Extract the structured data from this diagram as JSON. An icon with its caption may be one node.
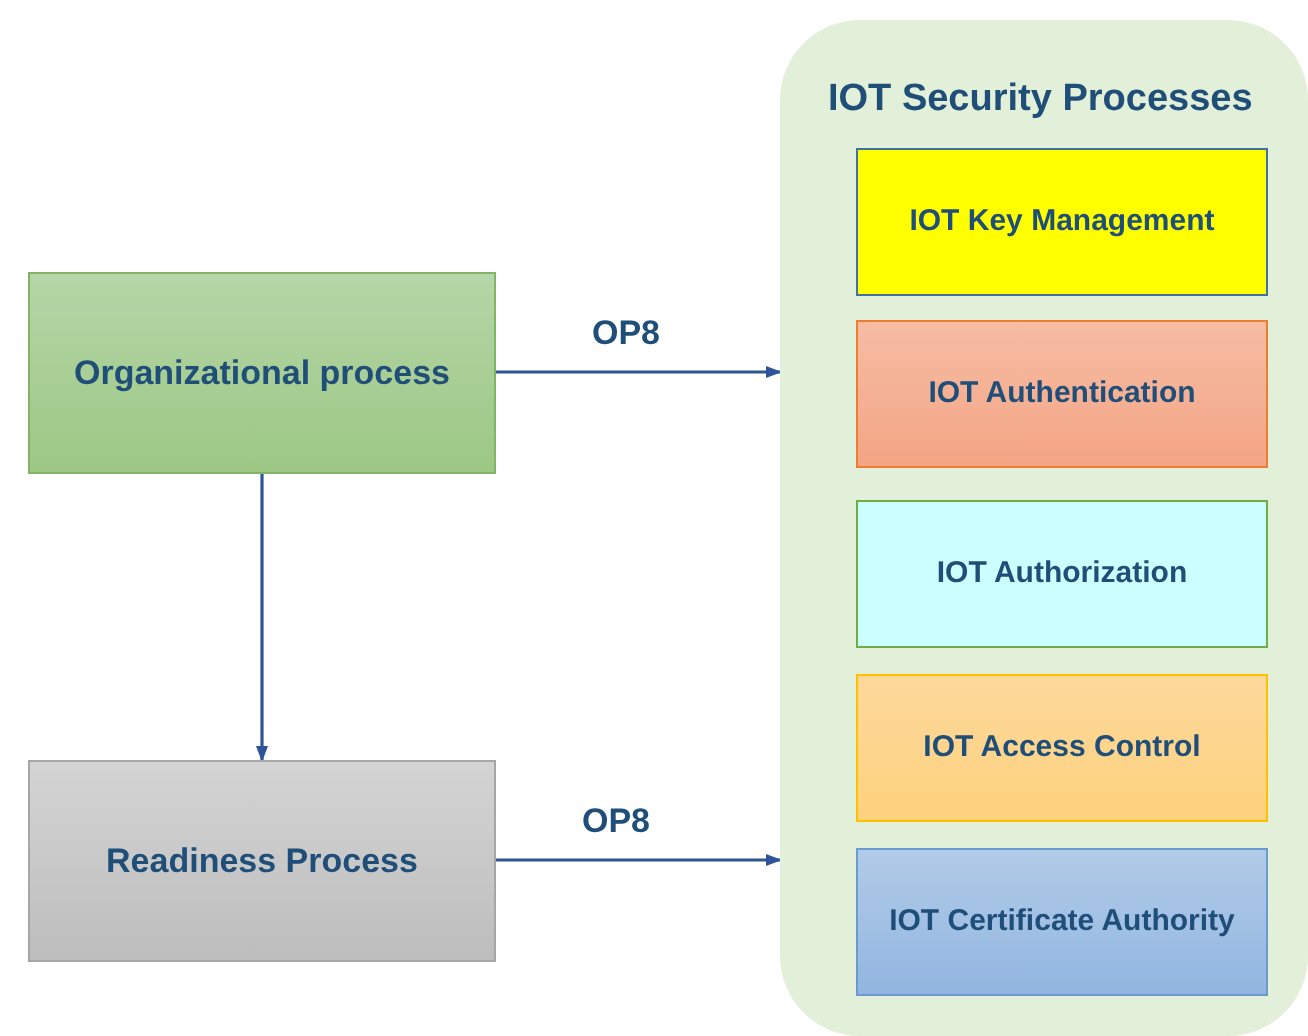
{
  "diagram": {
    "nodes": [
      {
        "text": [
          "Organizational process"
        ]
      },
      {
        "text": [
          "Readiness Process"
        ]
      },
      {
        "text": [
          "IOT Security Processes"
        ]
      },
      {
        "text": [
          "IOT Key Management"
        ],
        "in": 2
      },
      {
        "text": [
          "IOT Authentication"
        ],
        "in": 2
      },
      {
        "text": [
          "IOT Authorization"
        ],
        "in": 2
      },
      {
        "text": [
          "IOT Access Control"
        ],
        "in": 2
      },
      {
        "text": [
          "IOT Certificate Authority"
        ],
        "in": 2
      }
    ],
    "edges": [
      {
        "from": 0,
        "to": 1,
        "arrow": "to"
      },
      {
        "from": 0,
        "to": 2,
        "arrow": "to",
        "label": "OP8"
      },
      {
        "from": 1,
        "to": 2,
        "arrow": "to",
        "label": "OP8"
      }
    ]
  }
}
